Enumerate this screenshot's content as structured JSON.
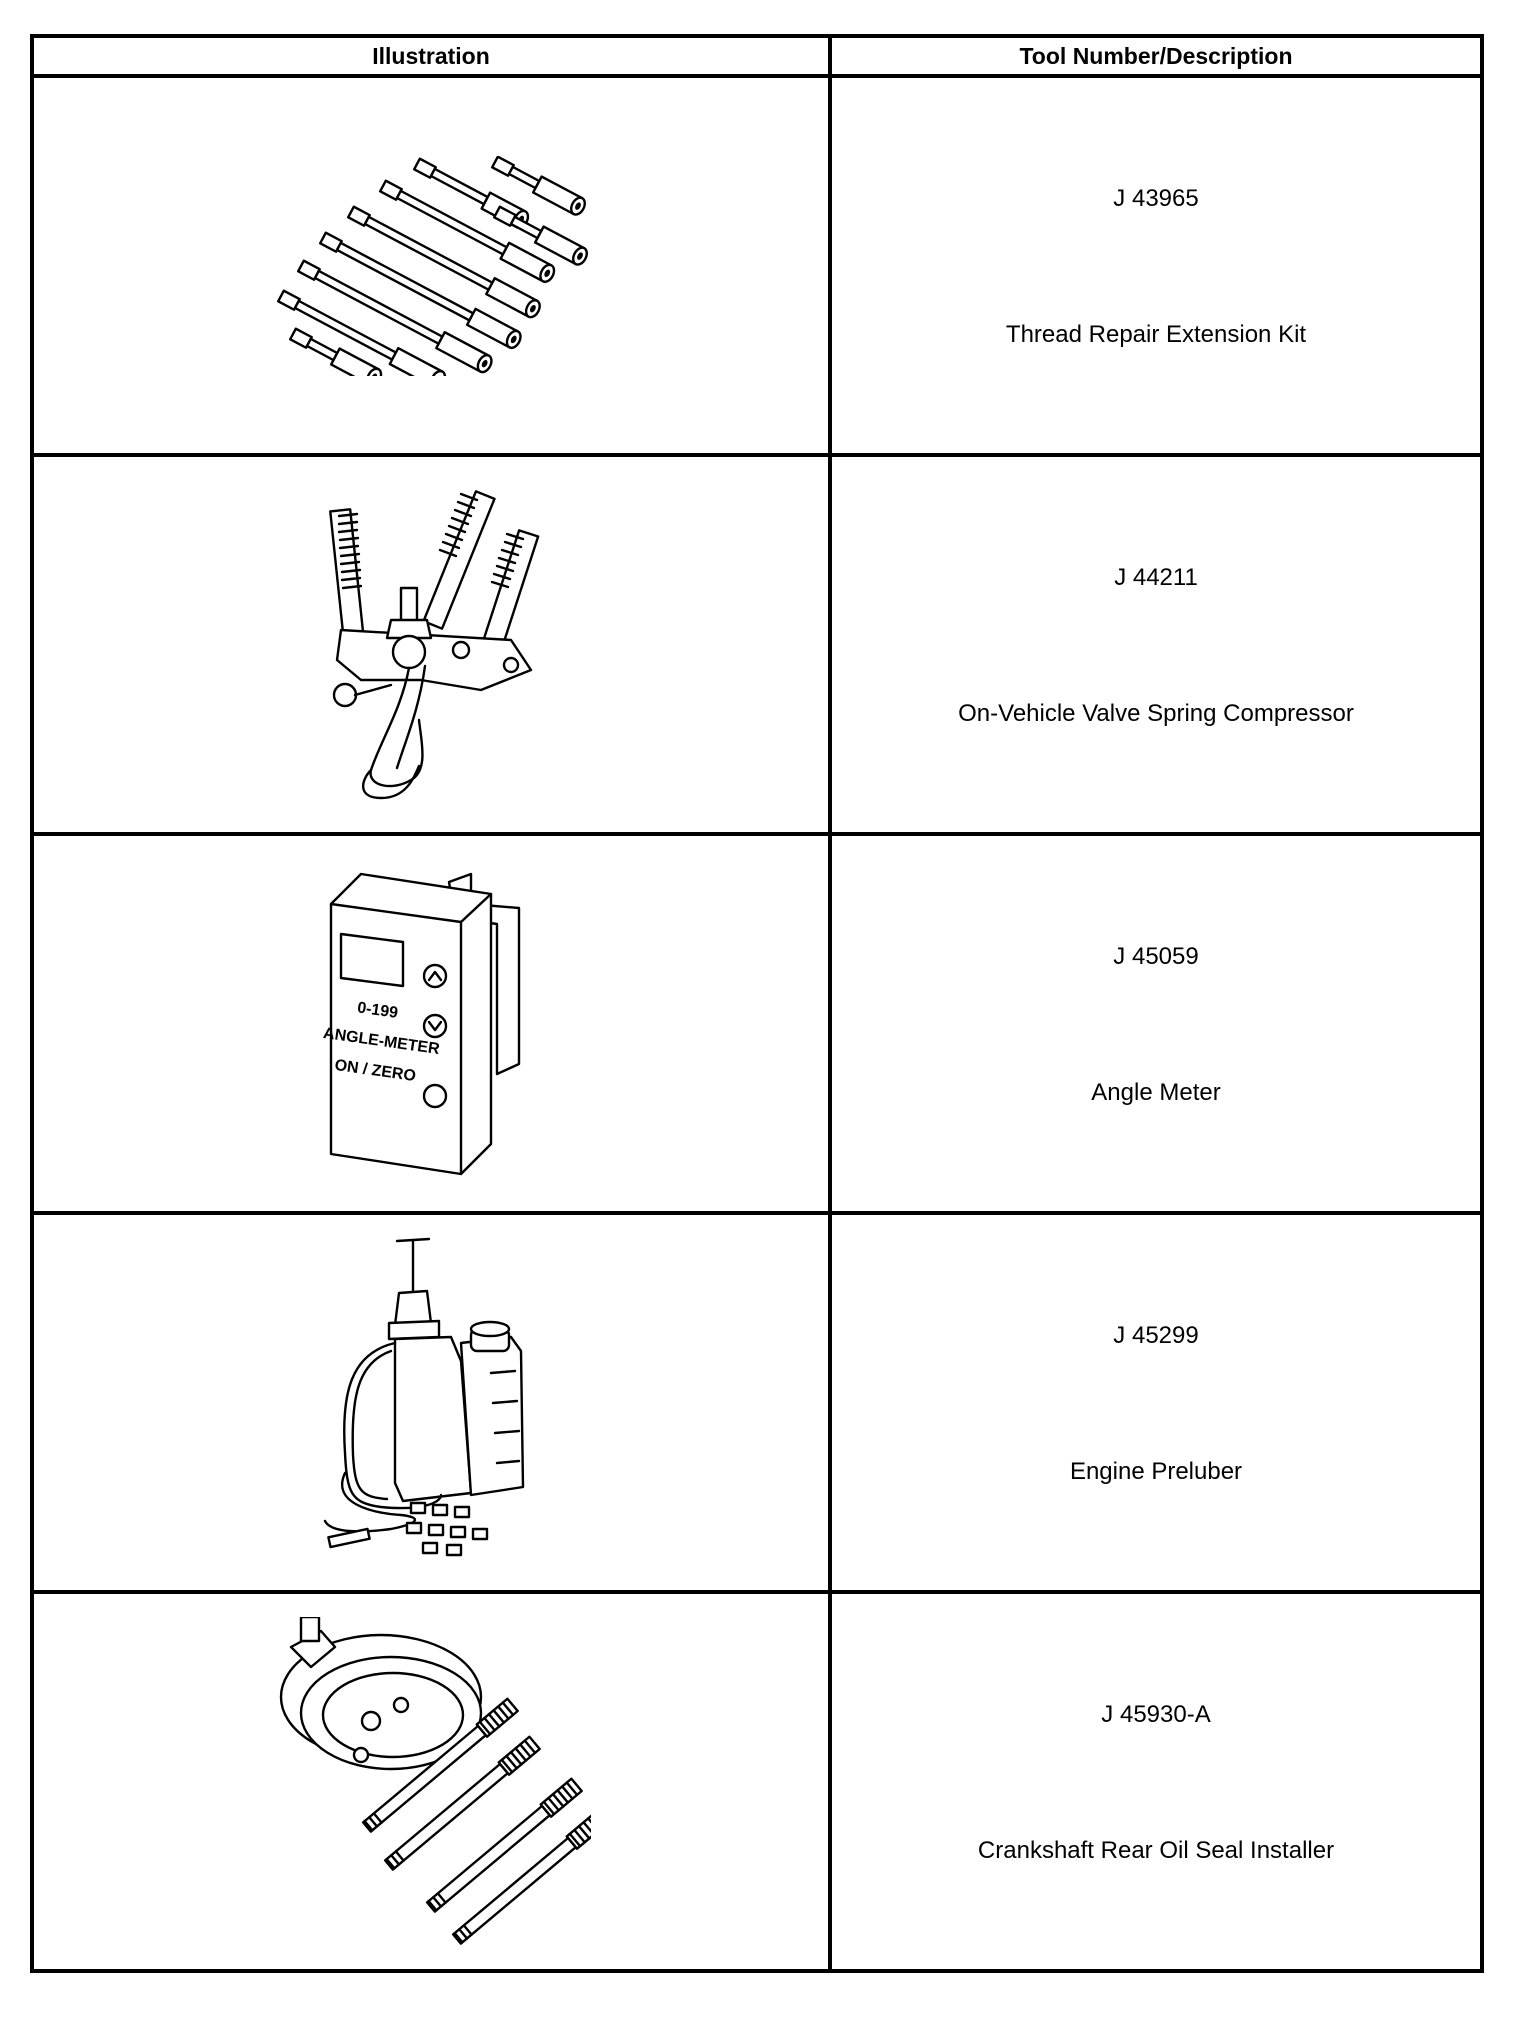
{
  "table": {
    "headers": {
      "illustration": "Illustration",
      "tool": "Tool Number/Description"
    },
    "rows": [
      {
        "number": "J 43965",
        "description": "Thread Repair Extension Kit",
        "icon": "thread-repair-extension-kit-icon"
      },
      {
        "number": "J 44211",
        "description": "On-Vehicle Valve Spring Compressor",
        "icon": "valve-spring-compressor-icon"
      },
      {
        "number": "J 45059",
        "description": "Angle Meter",
        "icon": "angle-meter-icon"
      },
      {
        "number": "J 45299",
        "description": "Engine Preluber",
        "icon": "engine-preluber-icon"
      },
      {
        "number": "J 45930-A",
        "description": "Crankshaft Rear Oil Seal Installer",
        "icon": "rear-oil-seal-installer-icon"
      }
    ]
  },
  "angle_meter_labels": {
    "range": "0-199",
    "name": "ANGLE-METER",
    "button": "ON / ZERO"
  }
}
